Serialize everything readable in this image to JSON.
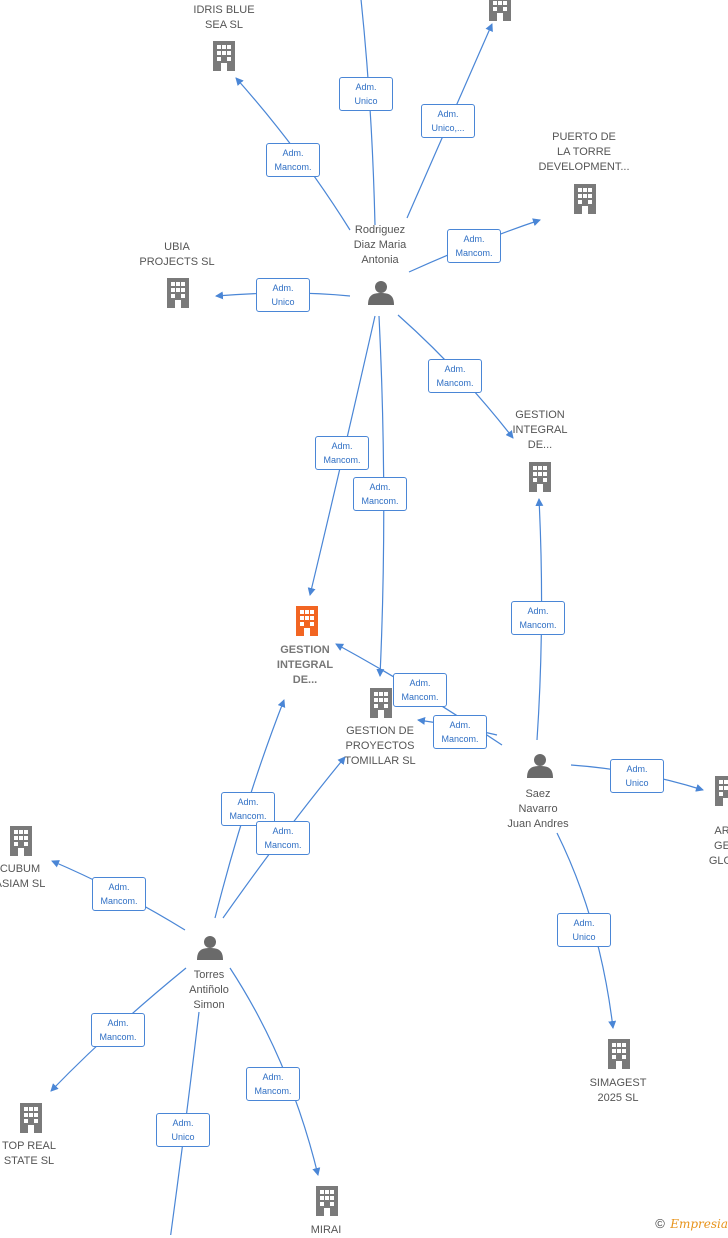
{
  "colors": {
    "edge": "#4a86d6",
    "building": "#7a7a7a",
    "focus_building": "#f26522",
    "person": "#6a6a6a",
    "badge_text": "#2f6fc4"
  },
  "icons": {
    "company": "building-icon",
    "person": "person-icon"
  },
  "companies": [
    {
      "id": "idris",
      "lines": [
        "IDRIS BLUE",
        "SEA  SL"
      ],
      "focus": false
    },
    {
      "id": "top",
      "lines": [],
      "focus": false
    },
    {
      "id": "puerto",
      "lines": [
        "PUERTO DE",
        "LA TORRE",
        "DEVELOPMENT..."
      ],
      "focus": false
    },
    {
      "id": "ubia",
      "lines": [
        "UBIA",
        "PROJECTS  SL"
      ],
      "focus": false
    },
    {
      "id": "gestion_right",
      "lines": [
        "GESTION",
        "INTEGRAL",
        "DE..."
      ],
      "focus": false
    },
    {
      "id": "gestion_main",
      "lines": [
        "GESTION",
        "INTEGRAL",
        "DE..."
      ],
      "focus": true
    },
    {
      "id": "tomillar",
      "lines": [
        "GESTION DE",
        "PROYECTOS",
        "TOMILLAR  SL"
      ],
      "focus": false
    },
    {
      "id": "cubum",
      "lines": [
        "CUBUM",
        "ASIAM  SL"
      ],
      "focus": false
    },
    {
      "id": "ar",
      "lines": [
        "AR",
        "GE",
        "GLOI"
      ],
      "focus": false
    },
    {
      "id": "simagest",
      "lines": [
        "SIMAGEST",
        "2025  SL"
      ],
      "focus": false
    },
    {
      "id": "topreal",
      "lines": [
        "TOP REAL",
        "STATE  SL"
      ],
      "focus": false
    },
    {
      "id": "mirai",
      "lines": [
        "MIRAI"
      ],
      "focus": false
    }
  ],
  "persons": [
    {
      "id": "rodriguez",
      "lines": [
        "Rodriguez",
        "Diaz Maria",
        "Antonia"
      ]
    },
    {
      "id": "saez",
      "lines": [
        "Saez",
        "Navarro",
        "Juan Andres"
      ]
    },
    {
      "id": "torres",
      "lines": [
        "Torres",
        "Antiñolo",
        "Simon"
      ]
    }
  ],
  "edges": [
    {
      "from": "rodriguez",
      "to": "top_offscreen",
      "lines": [
        "Adm.",
        "Unico"
      ]
    },
    {
      "from": "rodriguez",
      "to": "top",
      "lines": [
        "Adm.",
        "Unico,..."
      ]
    },
    {
      "from": "rodriguez",
      "to": "idris",
      "lines": [
        "Adm.",
        "Mancom."
      ]
    },
    {
      "from": "rodriguez",
      "to": "puerto",
      "lines": [
        "Adm.",
        "Mancom."
      ]
    },
    {
      "from": "rodriguez",
      "to": "ubia",
      "lines": [
        "Adm.",
        "Unico"
      ]
    },
    {
      "from": "rodriguez",
      "to": "gestion_right",
      "lines": [
        "Adm.",
        "Mancom."
      ]
    },
    {
      "from": "rodriguez",
      "to": "gestion_main",
      "lines": [
        "Adm.",
        "Mancom."
      ]
    },
    {
      "from": "rodriguez",
      "to": "tomillar",
      "lines": [
        "Adm.",
        "Mancom."
      ]
    },
    {
      "from": "saez",
      "to": "gestion_right",
      "lines": [
        "Adm.",
        "Mancom."
      ]
    },
    {
      "from": "saez",
      "to": "gestion_main",
      "lines": [
        "Adm.",
        "Mancom."
      ]
    },
    {
      "from": "saez",
      "to": "tomillar",
      "lines": [
        "Adm.",
        "Mancom."
      ]
    },
    {
      "from": "saez",
      "to": "ar",
      "lines": [
        "Adm.",
        "Unico"
      ]
    },
    {
      "from": "saez",
      "to": "simagest",
      "lines": [
        "Adm.",
        "Unico"
      ]
    },
    {
      "from": "torres",
      "to": "gestion_main",
      "lines": [
        "Adm.",
        "Mancom."
      ]
    },
    {
      "from": "torres",
      "to": "tomillar",
      "lines": [
        "Adm.",
        "Mancom."
      ]
    },
    {
      "from": "torres",
      "to": "cubum",
      "lines": [
        "Adm.",
        "Mancom."
      ]
    },
    {
      "from": "torres",
      "to": "topreal",
      "lines": [
        "Adm.",
        "Mancom."
      ]
    },
    {
      "from": "torres",
      "to": "mirai",
      "lines": [
        "Adm.",
        "Mancom."
      ]
    },
    {
      "from": "torres",
      "to": "bottom_offscreen",
      "lines": [
        "Adm.",
        "Unico"
      ]
    }
  ],
  "footer": {
    "copyright": "©",
    "brand": "Empresia"
  }
}
